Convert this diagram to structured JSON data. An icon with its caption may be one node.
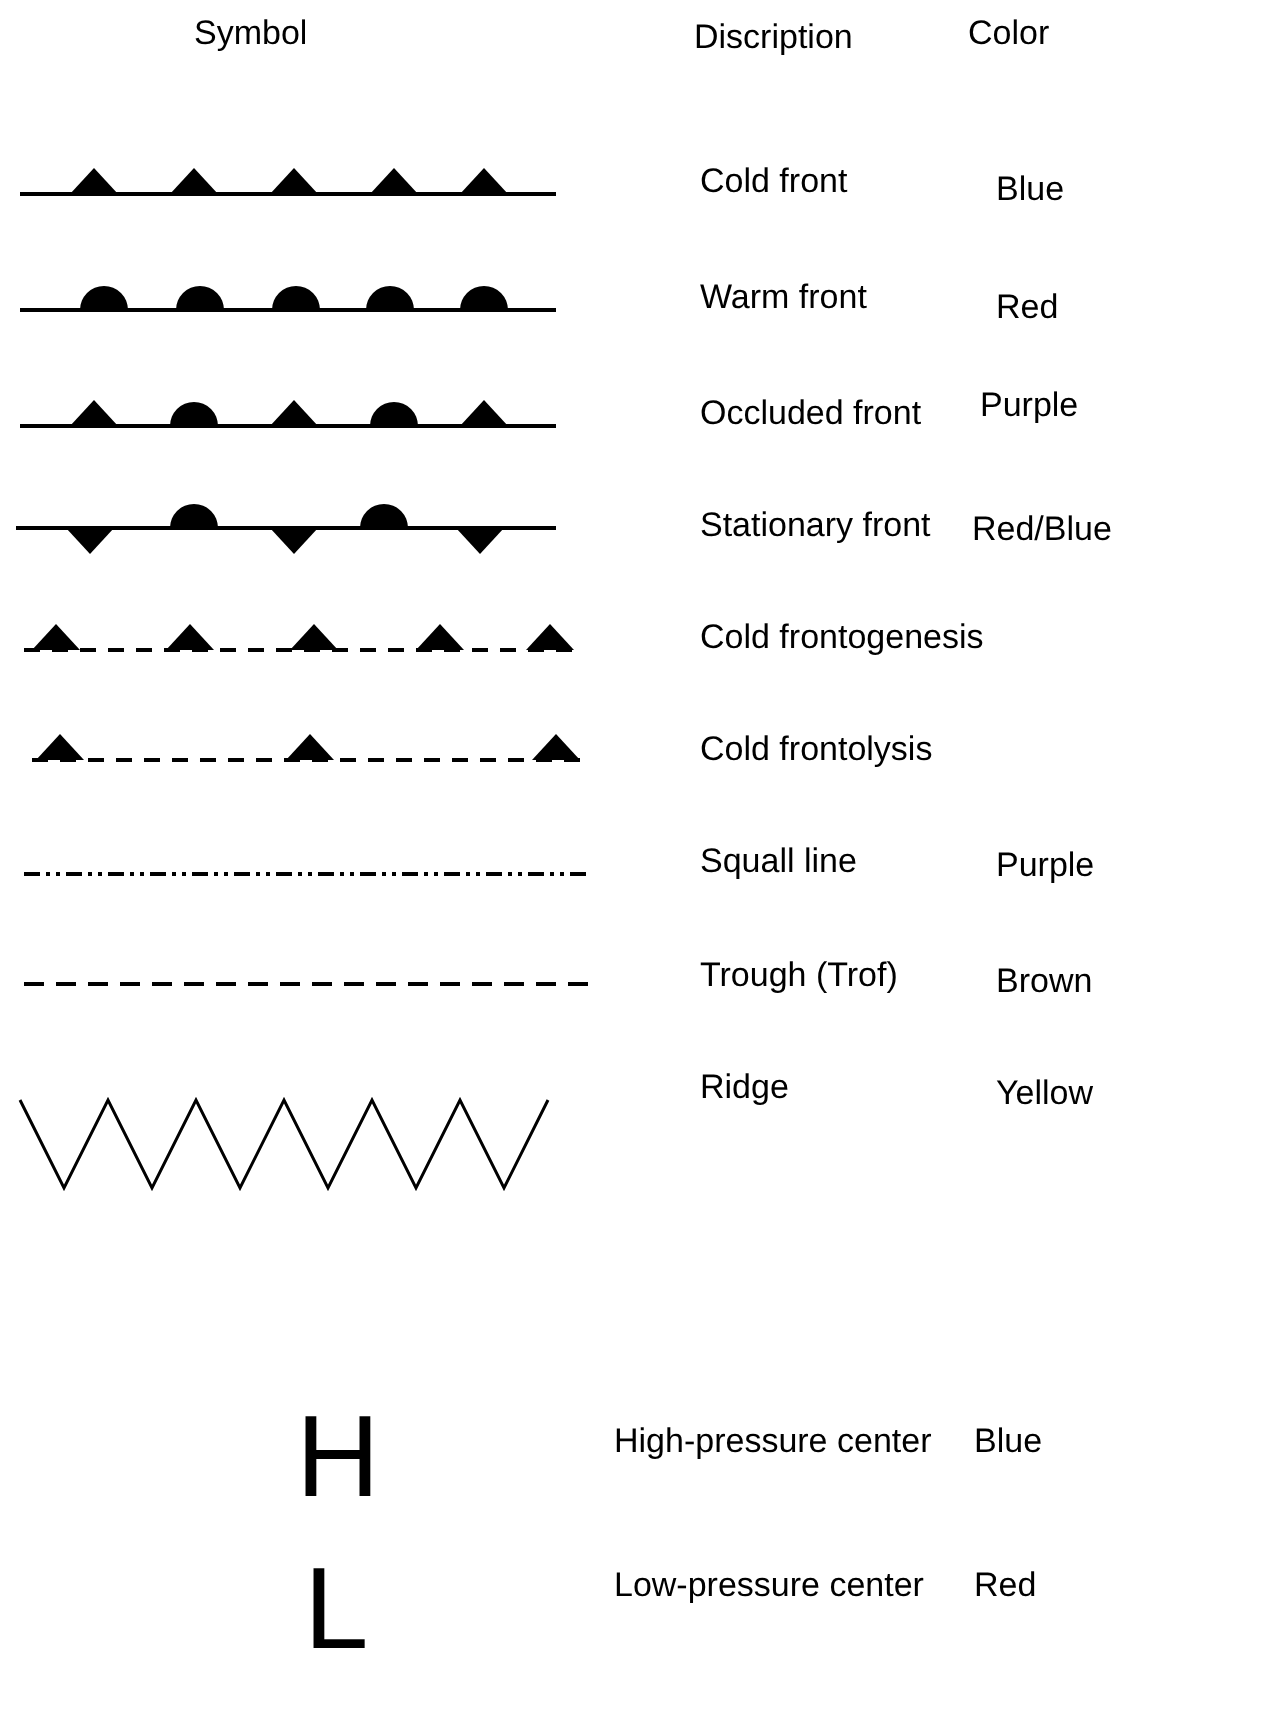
{
  "diagram": {
    "labels": [
      "Symbol",
      "Discription",
      "Color",
      "Cold front",
      "Blue",
      "Warm front",
      "Red",
      "Occluded front",
      "Purple",
      "Stationary front",
      "Red/Blue",
      "Cold frontogenesis",
      "Cold frontolysis",
      "Squall line",
      "Purple",
      "Trough (Trof)",
      "Brown",
      "Ridge",
      "Yellow",
      "H",
      "High-pressure center",
      "Blue",
      "L",
      "Low-pressure center",
      "Red"
    ]
  }
}
